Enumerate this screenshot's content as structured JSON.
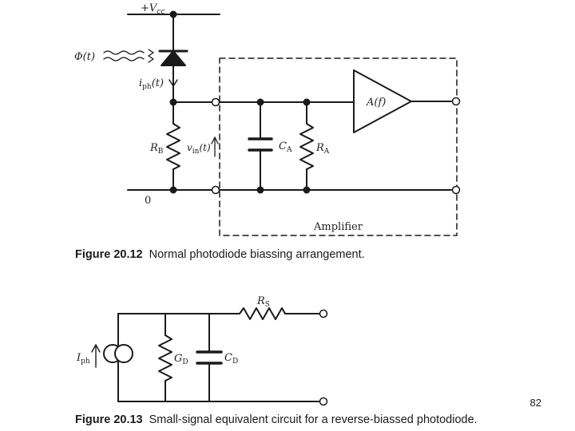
{
  "figure1": {
    "supply_label": "+V",
    "supply_sub": "cc",
    "flux_label": "Φ(t)",
    "current_label": "i",
    "current_sub": "ph",
    "current_arg": "(t)",
    "bias_resistor_label": "R",
    "bias_resistor_sub": "B",
    "voltage_label": "v",
    "voltage_sub": "in",
    "voltage_arg": "(t)",
    "capacitor_label": "C",
    "capacitor_sub": "A",
    "amp_resistor_label": "R",
    "amp_resistor_sub": "A",
    "gain_label": "A(f)",
    "ground_label": "0",
    "amplifier_box_label": "Amplifier",
    "caption_number": "Figure 20.12",
    "caption_text": "Normal photodiode biassing arrangement."
  },
  "figure2": {
    "source_label": "I",
    "source_sub": "ph",
    "conductance_label": "G",
    "conductance_sub": "D",
    "capacitor_label": "C",
    "capacitor_sub": "D",
    "series_resistor_label": "R",
    "series_resistor_sub": "S",
    "caption_number": "Figure 20.13",
    "caption_text": "Small-signal equivalent circuit for a reverse-biassed photodiode."
  },
  "page_number": "82",
  "colors": {
    "ink": "#1a1a1a",
    "background": "#ffffff"
  }
}
